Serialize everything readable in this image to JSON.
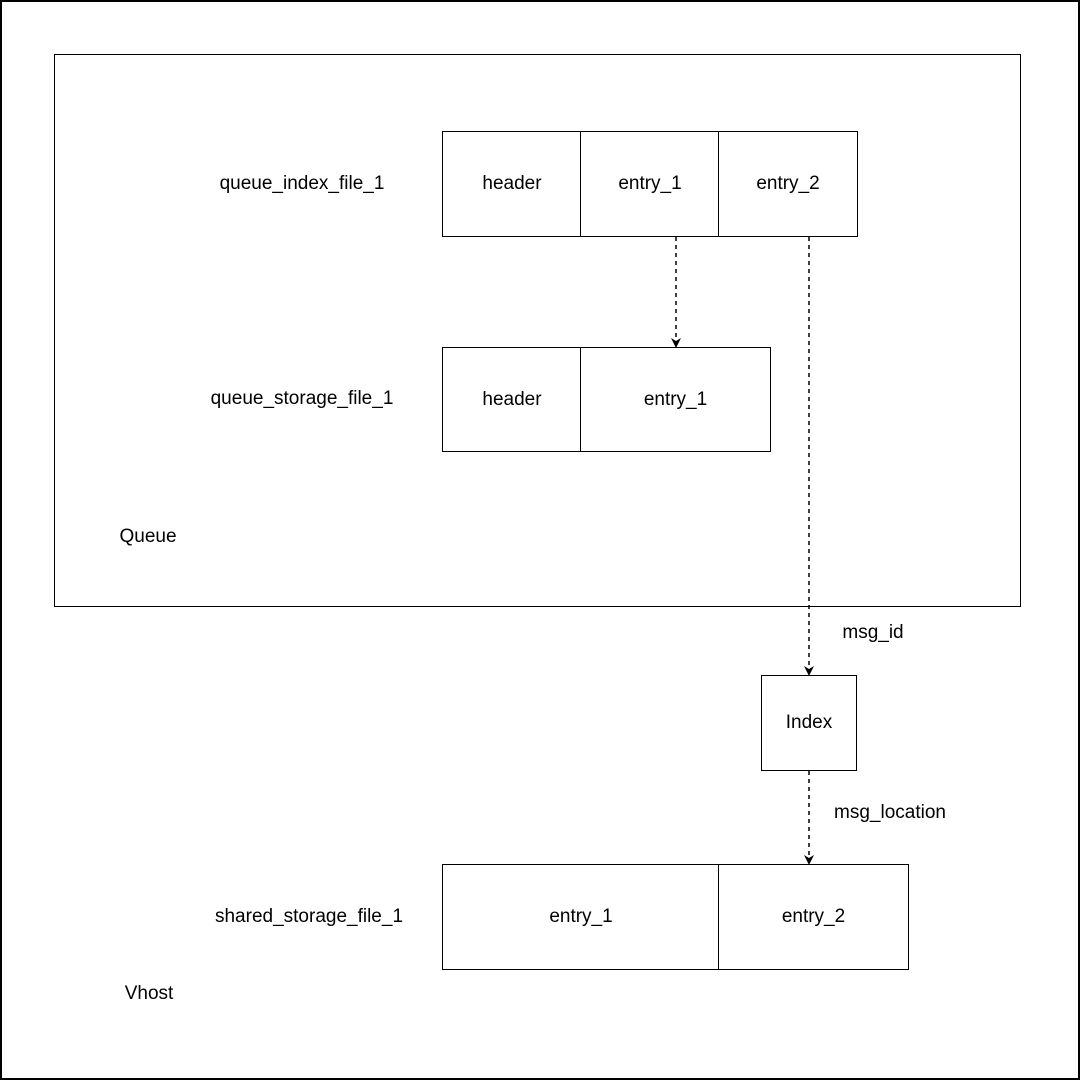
{
  "vhost": {
    "label": "Vhost",
    "queue": {
      "label": "Queue",
      "index_file": {
        "name": "queue_index_file_1",
        "cells": [
          "header",
          "entry_1",
          "entry_2"
        ]
      },
      "storage_file": {
        "name": "queue_storage_file_1",
        "cells": [
          "header",
          "entry_1"
        ]
      }
    },
    "index": {
      "label": "Index"
    },
    "shared_storage_file": {
      "name": "shared_storage_file_1",
      "cells": [
        "entry_1",
        "entry_2"
      ]
    }
  },
  "edges": [
    {
      "from": "queue_index_file_1.entry_1",
      "to": "queue_storage_file_1.entry_1",
      "label": ""
    },
    {
      "from": "queue_index_file_1.entry_2",
      "to": "Index",
      "label": "msg_id"
    },
    {
      "from": "Index",
      "to": "shared_storage_file_1.entry_2",
      "label": "msg_location"
    }
  ]
}
